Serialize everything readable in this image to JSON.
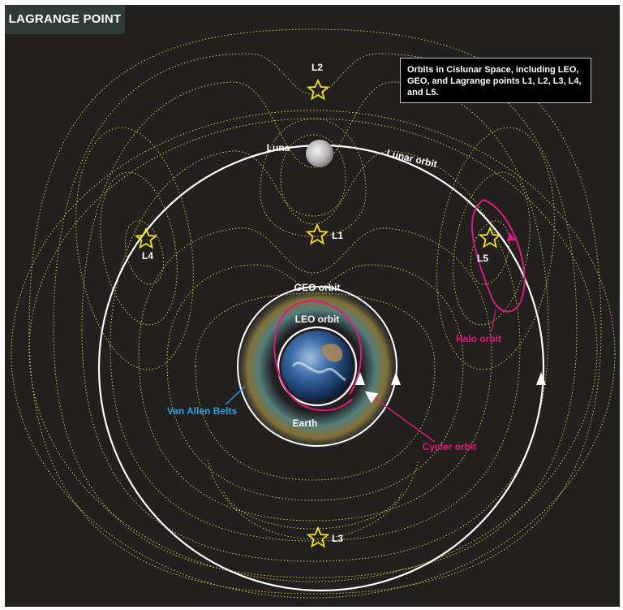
{
  "title": "LAGRANGE POINT",
  "caption": "Orbits in Cislunar Space, including LEO, GEO, and Lagrange points L1, L2, L3, L4, and L5.",
  "labels": {
    "luna": "Luna",
    "lunar_orbit": "Lunar orbit",
    "geo_orbit": "GEO orbit",
    "leo_orbit": "LEO orbit",
    "earth": "Earth",
    "van_allen": "Van Allen Belts",
    "halo_orbit": "Halo orbit",
    "cycler_orbit": "Cycler orbit"
  },
  "lagrange_points": {
    "l1": "L1",
    "l2": "L2",
    "l3": "L3",
    "l4": "L4",
    "l5": "L5"
  },
  "colors": {
    "background": "#221f1f",
    "title_tab": "#2f3b37",
    "contour": "#e3e04a",
    "orbit": "#ffffff",
    "magenta": "#e0197d",
    "van_allen_label": "#2a9fd6",
    "star": "#f3e21a"
  }
}
